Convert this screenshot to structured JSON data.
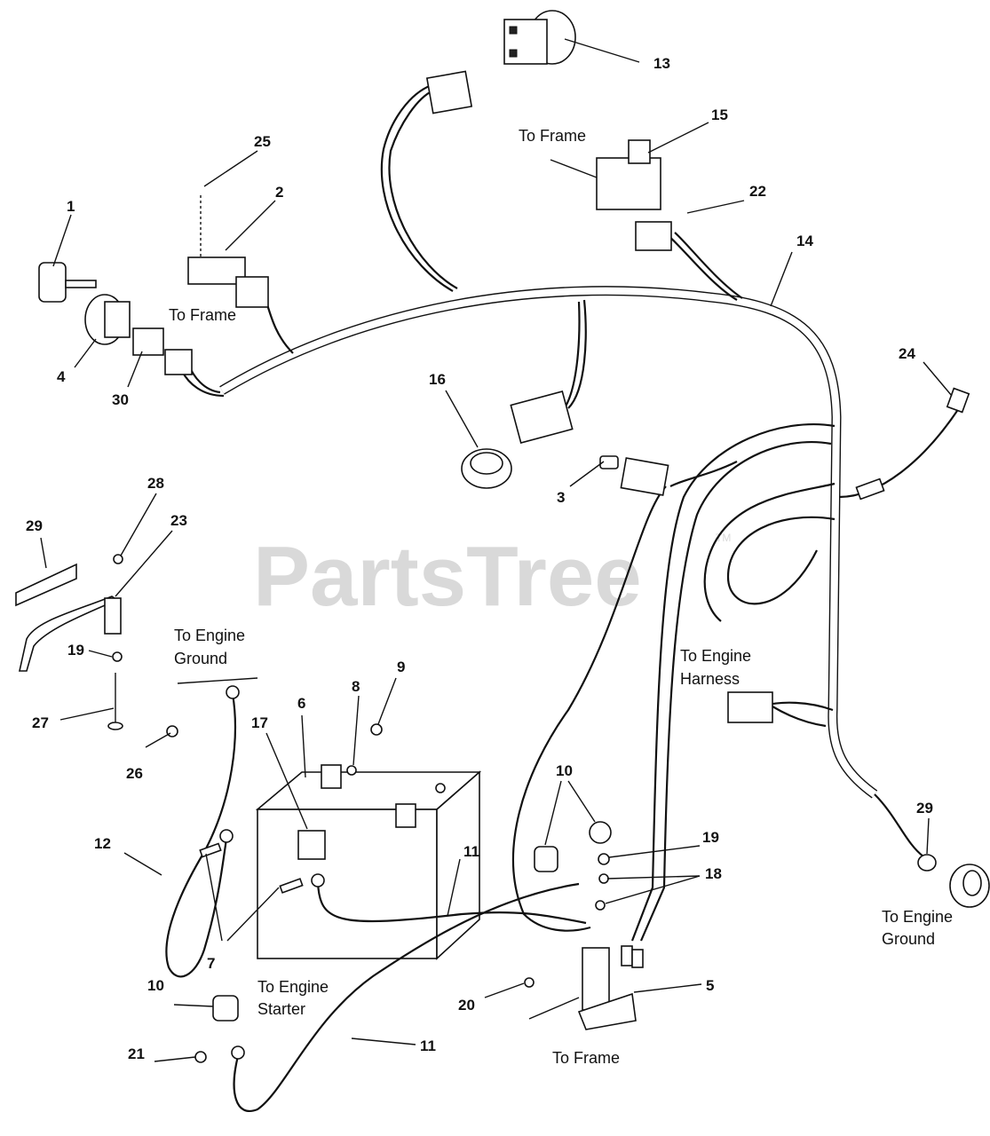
{
  "watermark": {
    "text": "PartsTree",
    "trademark": "TM"
  },
  "callouts": {
    "c1": "1",
    "c2": "2",
    "c3": "3",
    "c4": "4",
    "c5": "5",
    "c6": "6",
    "c7": "7",
    "c8": "8",
    "c9": "9",
    "c10a": "10",
    "c10b": "10",
    "c11a": "11",
    "c11b": "11",
    "c12": "12",
    "c13": "13",
    "c14": "14",
    "c15": "15",
    "c16": "16",
    "c17": "17",
    "c18": "18",
    "c19a": "19",
    "c19b": "19",
    "c20": "20",
    "c21": "21",
    "c22": "22",
    "c23": "23",
    "c24": "24",
    "c25": "25",
    "c26": "26",
    "c27": "27",
    "c28": "28",
    "c29a": "29",
    "c29b": "29",
    "c30": "30"
  },
  "notes": {
    "frame_top": "To Frame",
    "frame_switch": "To Frame",
    "frame_solenoid": "To Frame",
    "engine_ground_left_1": "To Engine",
    "engine_ground_left_2": "Ground",
    "engine_harness_1": "To Engine",
    "engine_harness_2": "Harness",
    "engine_ground_right_1": "To Engine",
    "engine_ground_right_2": "Ground",
    "engine_starter_1": "To Engine",
    "engine_starter_2": "Starter"
  }
}
